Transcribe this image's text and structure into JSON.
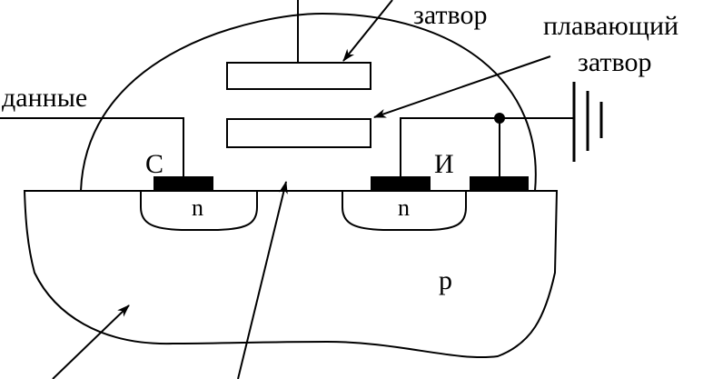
{
  "labels": {
    "gate": "затвор",
    "floating_gate_line1": "плавающий",
    "floating_gate_line2": "затвор",
    "data": "данные",
    "source": "С",
    "drain": "И",
    "n_left": "n",
    "n_right": "n",
    "substrate": "p"
  }
}
